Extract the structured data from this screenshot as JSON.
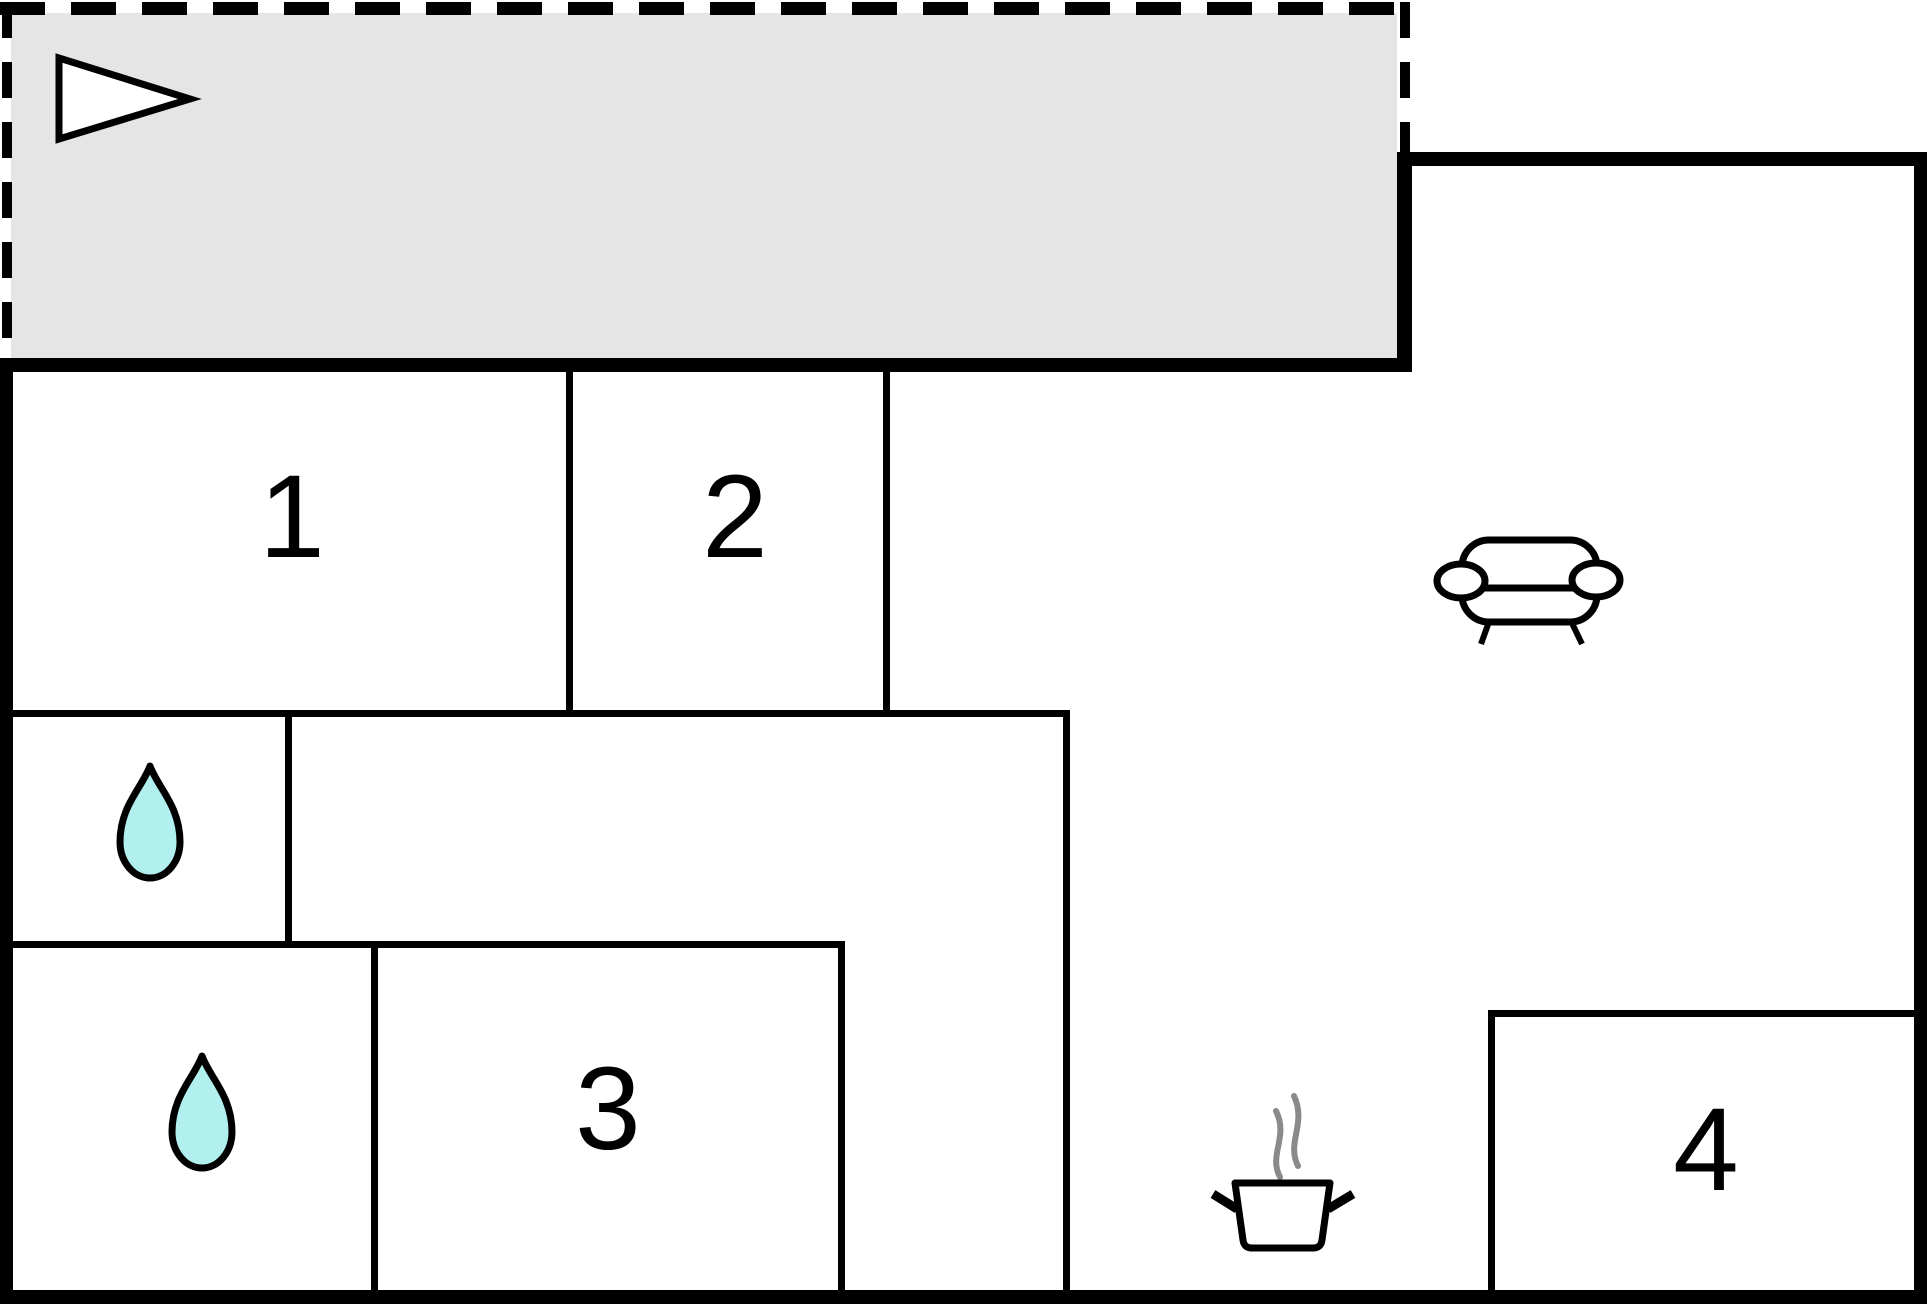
{
  "title": "apartment-floor-plan",
  "colors": {
    "background": "#ffffff",
    "wall": "#000000",
    "terrace_fill": "#e5e5e5",
    "water_drop": "#b2f0f0",
    "steam": "#8a8a8a",
    "icon_fill": "#ffffff"
  },
  "rooms": [
    {
      "id": "room-1",
      "label": "1"
    },
    {
      "id": "room-2",
      "label": "2"
    },
    {
      "id": "room-3",
      "label": "3"
    },
    {
      "id": "room-4",
      "label": "4"
    }
  ],
  "icons": [
    {
      "name": "direction-arrow-icon"
    },
    {
      "name": "water-drop-icon"
    },
    {
      "name": "sofa-icon"
    },
    {
      "name": "cooking-pot-icon"
    },
    {
      "name": "steam-icon"
    }
  ]
}
